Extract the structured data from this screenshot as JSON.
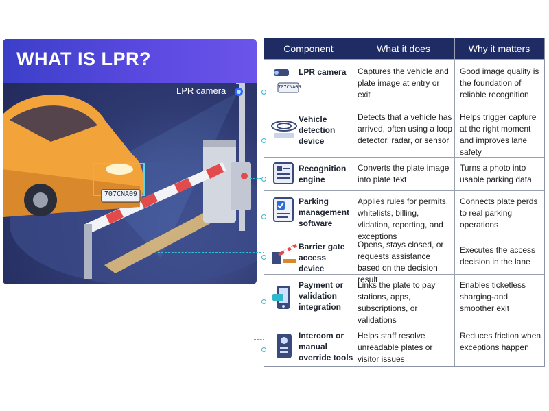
{
  "hero": {
    "title": "WHAT IS LPR?",
    "camera_label": "LPR camera",
    "plate_text": "707CNA09"
  },
  "table": {
    "headers": [
      "Component",
      "What it does",
      "Why it matters"
    ],
    "rows": [
      {
        "icon": "camera-icon",
        "plate": "707CNA09",
        "component": "LPR camera",
        "what": "Captures the vehicle and plate image at entry or exit",
        "why": "Good image quality is the foundation of reliable recognition"
      },
      {
        "icon": "loop-detector-icon",
        "component": "Vehicle detection device",
        "what": "Detects that a vehicle has arrived, often using a loop detector, radar, or sensor",
        "why": "Helps trigger capture at the right moment and improves lane safety"
      },
      {
        "icon": "recognition-engine-icon",
        "component": "Recognition engine",
        "what": "Converts the plate image into plate text",
        "why": "Turns a photo into usable parking data"
      },
      {
        "icon": "checklist-icon",
        "component": "Parking management software",
        "what": "Applies rules for permits, whitelists, billing, vlidation, reporting, and exceptions",
        "why": "Connects plate perds to real parking operations"
      },
      {
        "icon": "barrier-gate-icon",
        "component": "Barrier gate access device",
        "what": "Opens, stays closed, or requests assistance based on the decision result",
        "why": "Executes the access decision in the lane"
      },
      {
        "icon": "payment-phone-icon",
        "component": "Payment or validation integration",
        "what": "Links the plate to pay stations, apps, subscriptions, or validations",
        "why": "Enables ticketless sharging-and smoother exit"
      },
      {
        "icon": "intercom-icon",
        "component": "Intercom or manual override tools",
        "what": "Helps staff resolve unreadable plates or visitor issues",
        "why": "Reduces friction when exceptions happen"
      }
    ]
  }
}
